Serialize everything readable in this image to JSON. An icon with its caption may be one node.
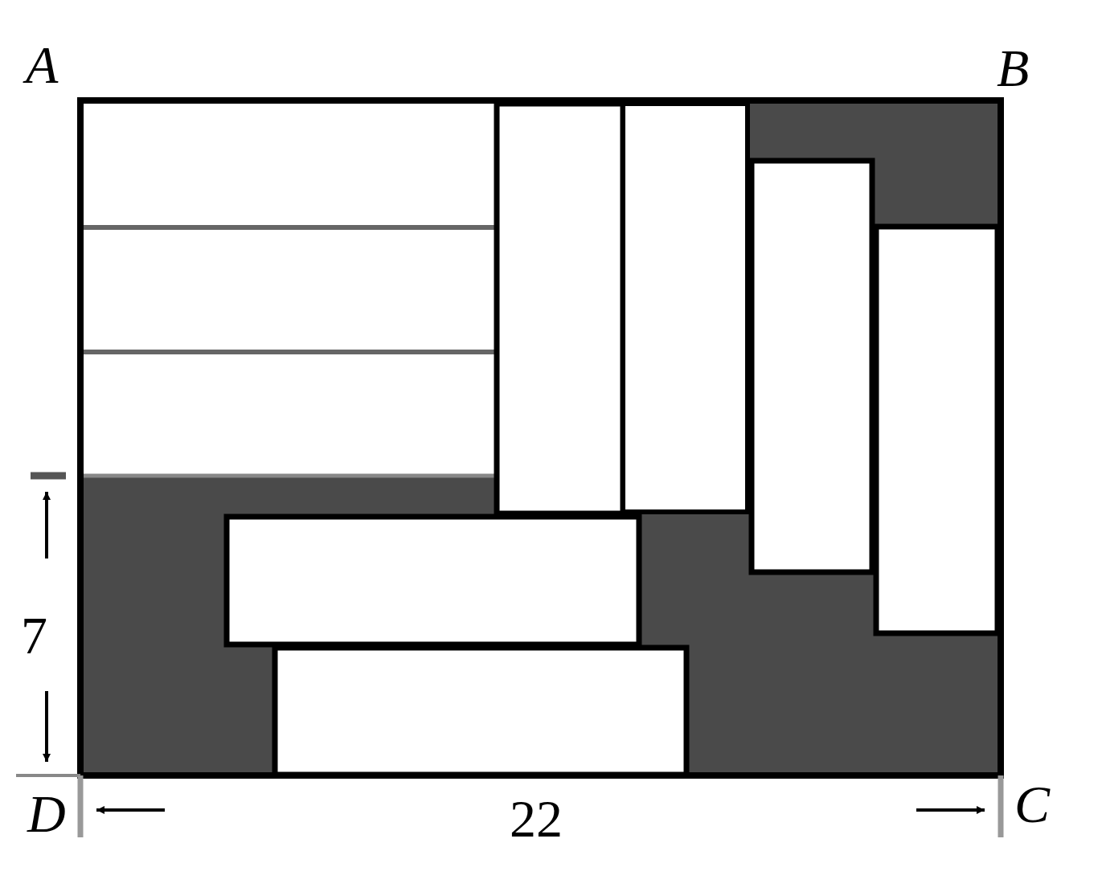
{
  "diagram": {
    "labels": [
      "A",
      "B",
      "7",
      "D",
      "22",
      "C"
    ]
  }
}
